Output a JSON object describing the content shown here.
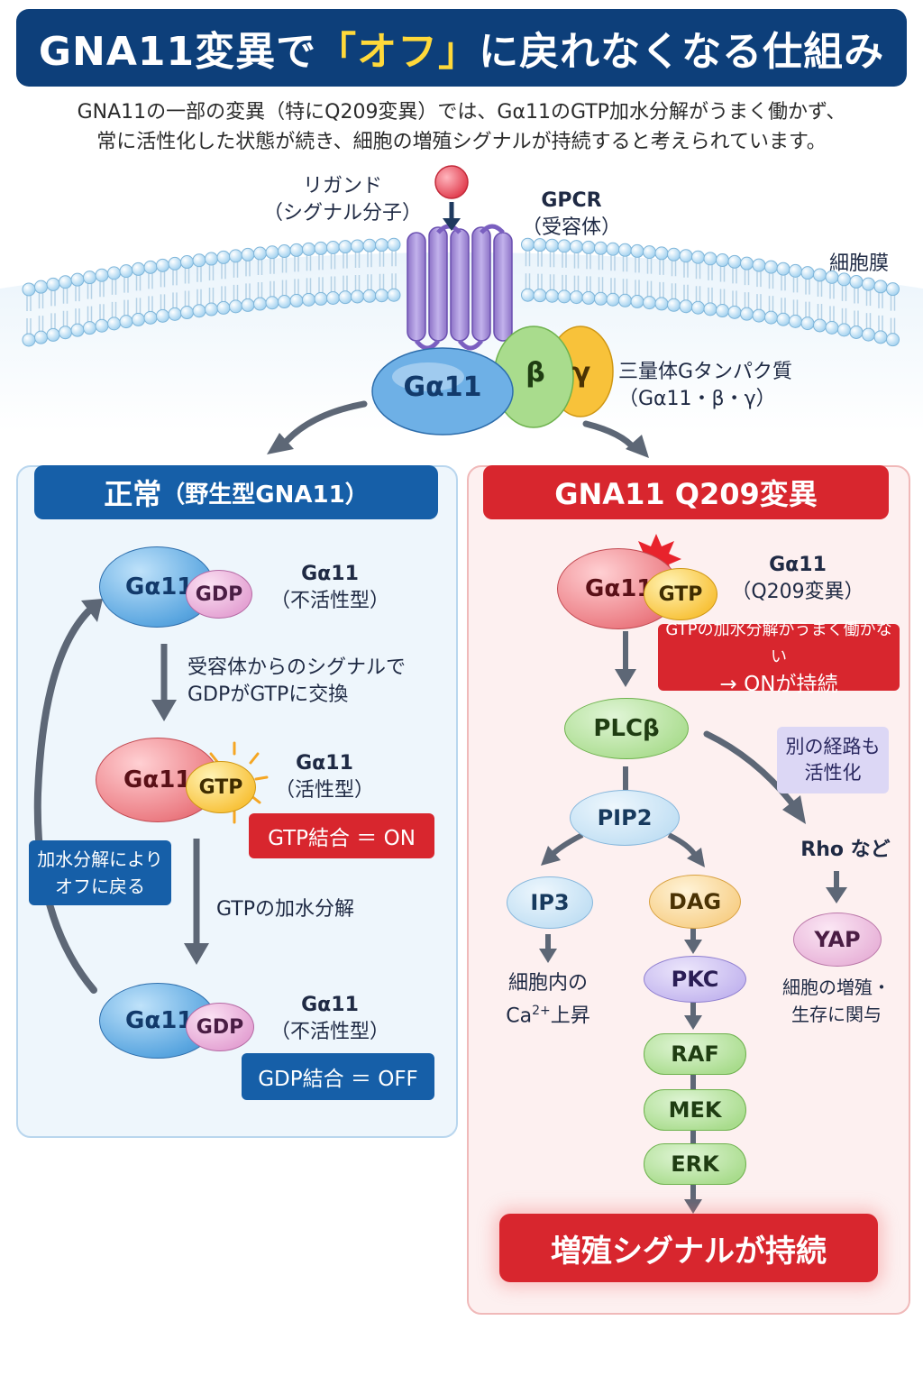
{
  "title": {
    "pre": "GNA11変異で",
    "highlight": "「オフ」",
    "post": "に戻れなくなる仕組み"
  },
  "intro": {
    "line1": "GNA11の一部の変異（特にQ209変異）では、Gα11のGTP加水分解がうまく働かず、",
    "line2": "常に活性化した状態が続き、細胞の増殖シグナルが持続すると考えられています。"
  },
  "membrane": {
    "ligand_label_1": "リガンド",
    "ligand_label_2": "（シグナル分子）",
    "gpcr_label_1": "GPCR",
    "gpcr_label_2": "（受容体）",
    "membrane_label": "細胞膜",
    "galpha": "Gα11",
    "beta": "β",
    "gamma": "γ",
    "trimer_label_1": "三量体Gタンパク質",
    "trimer_label_2": "（Gα11・β・γ）"
  },
  "normal": {
    "header": "正常",
    "header_sub": "（野生型GNA11）",
    "state1": {
      "protein": "Gα11",
      "nucleotide": "GDP",
      "label_1": "Gα11",
      "label_2": "（不活性型）"
    },
    "step1_1": "受容体からのシグナルで",
    "step1_2": "GDPがGTPに交換",
    "state2": {
      "protein": "Gα11",
      "nucleotide": "GTP",
      "label_1": "Gα11",
      "label_2": "（活性型）",
      "badge": "GTP結合 ＝ ON"
    },
    "step2": "GTPの加水分解",
    "state3": {
      "protein": "Gα11",
      "nucleotide": "GDP",
      "label_1": "Gα11",
      "label_2": "（不活性型）",
      "badge": "GDP結合 ＝ OFF"
    },
    "loop_1": "加水分解により",
    "loop_2": "オフに戻る"
  },
  "mutant": {
    "header": "GNA11 Q209変異",
    "state": {
      "protein": "Gα11",
      "nucleotide": "GTP",
      "label_1": "Gα11",
      "label_2": "（Q209変異）"
    },
    "badge_1": "GTPの加水分解がうまく働かない",
    "badge_2": "→ ONが持続",
    "plcb": "PLCβ",
    "pip2": "PIP2",
    "ip3": "IP3",
    "dag": "DAG",
    "pkc": "PKC",
    "raf": "RAF",
    "mek": "MEK",
    "erk": "ERK",
    "ca_1": "細胞内の",
    "ca_2a": "Ca",
    "ca_sup": "2+",
    "ca_2b": "上昇",
    "alt_1": "別の経路も",
    "alt_2": "活性化",
    "rho": "Rho など",
    "yap": "YAP",
    "yap_label_1": "細胞の増殖・",
    "yap_label_2": "生存に関与",
    "final": "増殖シグナルが持続"
  },
  "colors": {
    "navy": "#0d3f7a",
    "blue": "#165fa8",
    "red": "#d8262e",
    "highlight": "#ffd93a"
  }
}
